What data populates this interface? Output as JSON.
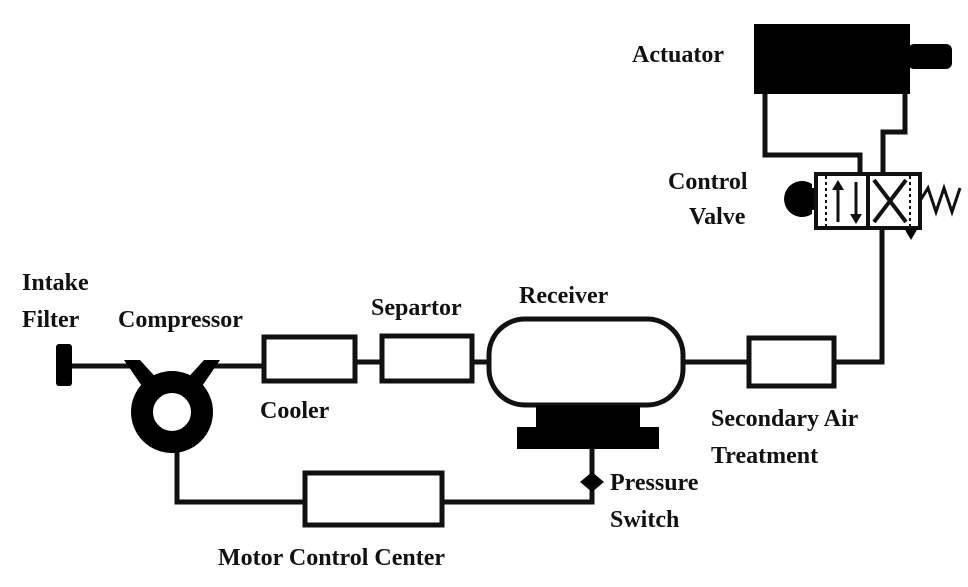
{
  "labels": {
    "intake_filter": [
      "Intake",
      "Filter"
    ],
    "compressor": "Compressor",
    "cooler": "Cooler",
    "separator": "Separtor",
    "receiver": "Receiver",
    "secondary_air_treatment": [
      "Secondary Air",
      "Treatment"
    ],
    "pressure_switch": [
      "Pressure",
      "Switch"
    ],
    "motor_control_center": "Motor Control Center",
    "actuator": "Actuator",
    "control_valve": [
      "Control",
      "Valve"
    ]
  },
  "colors": {
    "line": "#111111",
    "fill": "#000000",
    "background": "#ffffff"
  }
}
